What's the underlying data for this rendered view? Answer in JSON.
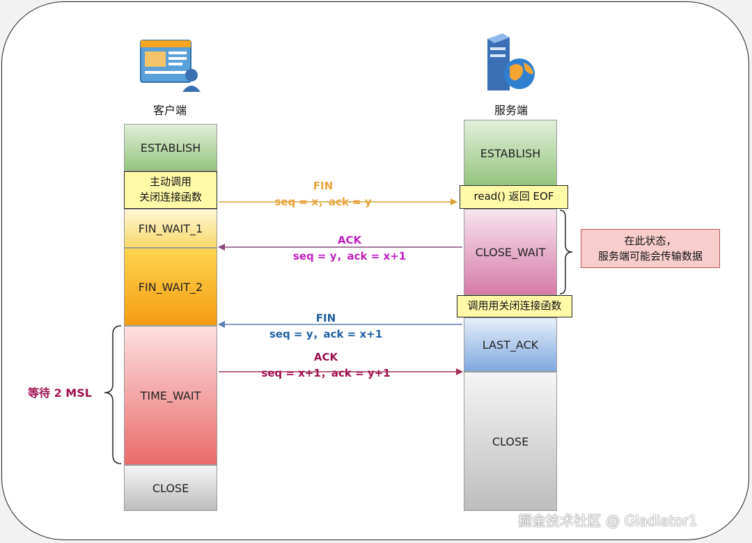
{
  "client": {
    "label": "客户端",
    "states": [
      "ESTABLISH",
      "FIN_WAIT_1",
      "FIN_WAIT_2",
      "TIME_WAIT",
      "CLOSE"
    ],
    "note": [
      "主动调用",
      "关闭连接函数"
    ],
    "wait_label": "等待 2 MSL"
  },
  "server": {
    "label": "服务端",
    "states": [
      "ESTABLISH",
      "CLOSE_WAIT",
      "LAST_ACK",
      "CLOSE"
    ],
    "note_eof": "read() 返回 EOF",
    "note_close": "调用用关闭连接函数",
    "callout": [
      "在此状态，",
      "服务端可能会传输数据"
    ]
  },
  "messages": [
    {
      "name": "FIN",
      "detail": "seq = x，ack = y",
      "color": "#e8a33a"
    },
    {
      "name": "ACK",
      "detail": "seq = y，ack = x+1",
      "color": "#c020c0"
    },
    {
      "name": "FIN",
      "detail": "seq = y，ack = x+1",
      "color": "#1f5fa0"
    },
    {
      "name": "ACK",
      "detail": "seq = x+1，ack = y+1",
      "color": "#a01050"
    }
  ],
  "watermark": "掘金技术社区 @ Gladiator1"
}
